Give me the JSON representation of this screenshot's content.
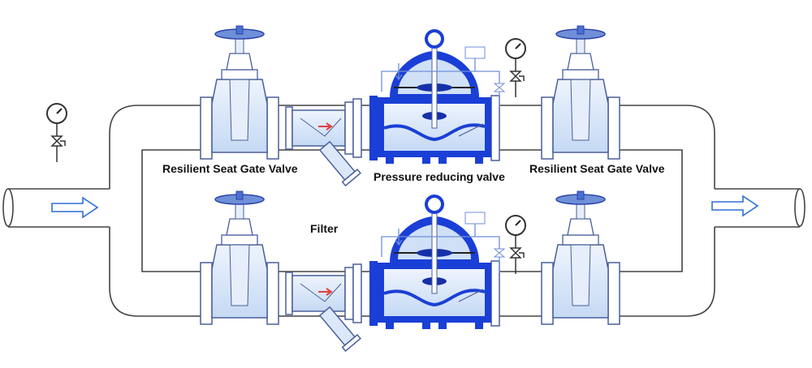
{
  "labels": {
    "gate_valve_left": "Resilient Seat Gate Valve",
    "prv": "Pressure reducing valve",
    "gate_valve_right": "Resilient Seat Gate Valve",
    "filter": "Filter"
  },
  "colors": {
    "valve_blue": "#1a3fd6",
    "valve_light": "#cfe0f7",
    "outline": "#4a5f9a",
    "arrow": "#2f6fd6",
    "flow_red": "#e04040"
  }
}
